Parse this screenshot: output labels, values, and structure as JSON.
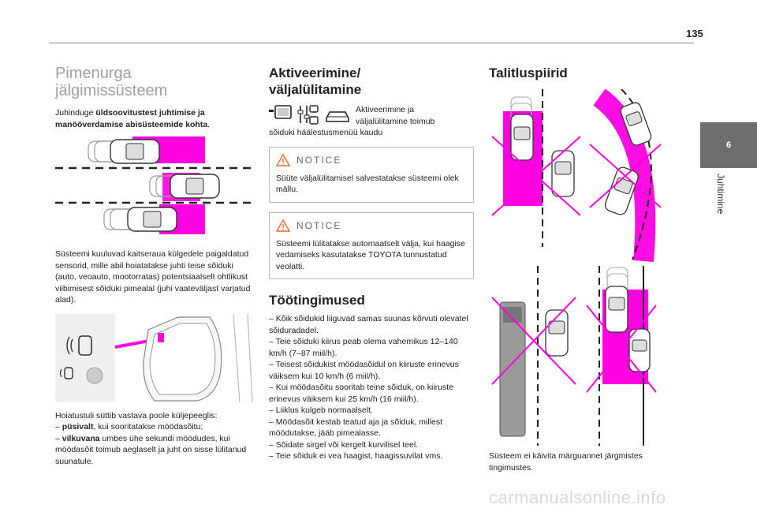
{
  "page_number": "135",
  "side_tab": {
    "number": "6",
    "label": "Juhtimine"
  },
  "col1": {
    "title_line1": "Pimenurga",
    "title_line2": "jälgimissüsteem",
    "intro_prefix": "Juhinduge ",
    "intro_bold": "üldsoovitustest juhtimise ja manööverdamise abisüsteemide kohta",
    "intro_suffix": ".",
    "body1": "Süsteemi kuuluvad kaitseraua külgedele paigaldatud sensorid, mille abil hoiatatakse juhti teise sõiduki (auto, veoauto, mootorratas) potentsiaalselt ohtlikust viibimisest sõiduki pimealal (juhi vaateväljast varjatud alad).",
    "body2": "Hoiatustuli süttib vastava poole küljepeeglis:",
    "item1_dash": "– ",
    "item1_bold": "püsivalt",
    "item1_text": ", kui sooritatakse möödasõitu;",
    "item2_dash": "– ",
    "item2_bold": "vilkuvana",
    "item2_text": " umbes ühe sekundi möödudes, kui möödasõit toimub aeglaselt ja juht on sisse lülitanud suunatule."
  },
  "col2": {
    "title_line1": "Aktiveerimine/",
    "title_line2": "väljalülitamine",
    "icon_text": "Aktiveerimine ja väljalülitamine toimub",
    "icon_text2": "sõiduki häälestusmenüü kaudu",
    "notice1_head": "NOTICE",
    "notice1_text": "Süüte väljalülitamisel salvestatakse süsteemi olek mällu.",
    "notice2_head": "NOTICE",
    "notice2_text": "Süsteemi lülitatakse automaatselt välja, kui haagise vedamiseks kasutatakse TOYOTA tunnustatud veolatti.",
    "conditions_title": "Töötingimused",
    "conditions": [
      "– Kõik sõidukid liiguvad samas suunas kõrvuti olevatel sõiduradadel.",
      "– Teie sõiduki kiirus peab olema vahemikus 12–140 km/h (7–87 miil/h).",
      "– Teisest sõidukist möödasõidul on kiiruste erinevus väiksem kui 10 km/h (6 miil/h).",
      "– Kui möödasõitu sooritab teine sõiduk, on kiiruste erinevus väiksem kui 25 km/h (16 miil/h).",
      "– Liiklus kulgeb normaalselt.",
      "– Möödasõit kestab teatud aja ja sõiduk, millest möödutakse, jääb pimealasse.",
      "– Sõidate sirgel või kergelt kurvilisel teel.",
      "– Teie sõiduk ei vea haagist, haagissuvilat vms."
    ]
  },
  "col3": {
    "title": "Talitluspiirid",
    "caption": "Süsteem ei käivita märguannet järgmistes tingimustes."
  },
  "watermark": "carmanualsonline.info",
  "colors": {
    "magenta": "#ff00e0",
    "tab_gray": "#6e6e6e",
    "title_gray": "#a0a0a0"
  }
}
